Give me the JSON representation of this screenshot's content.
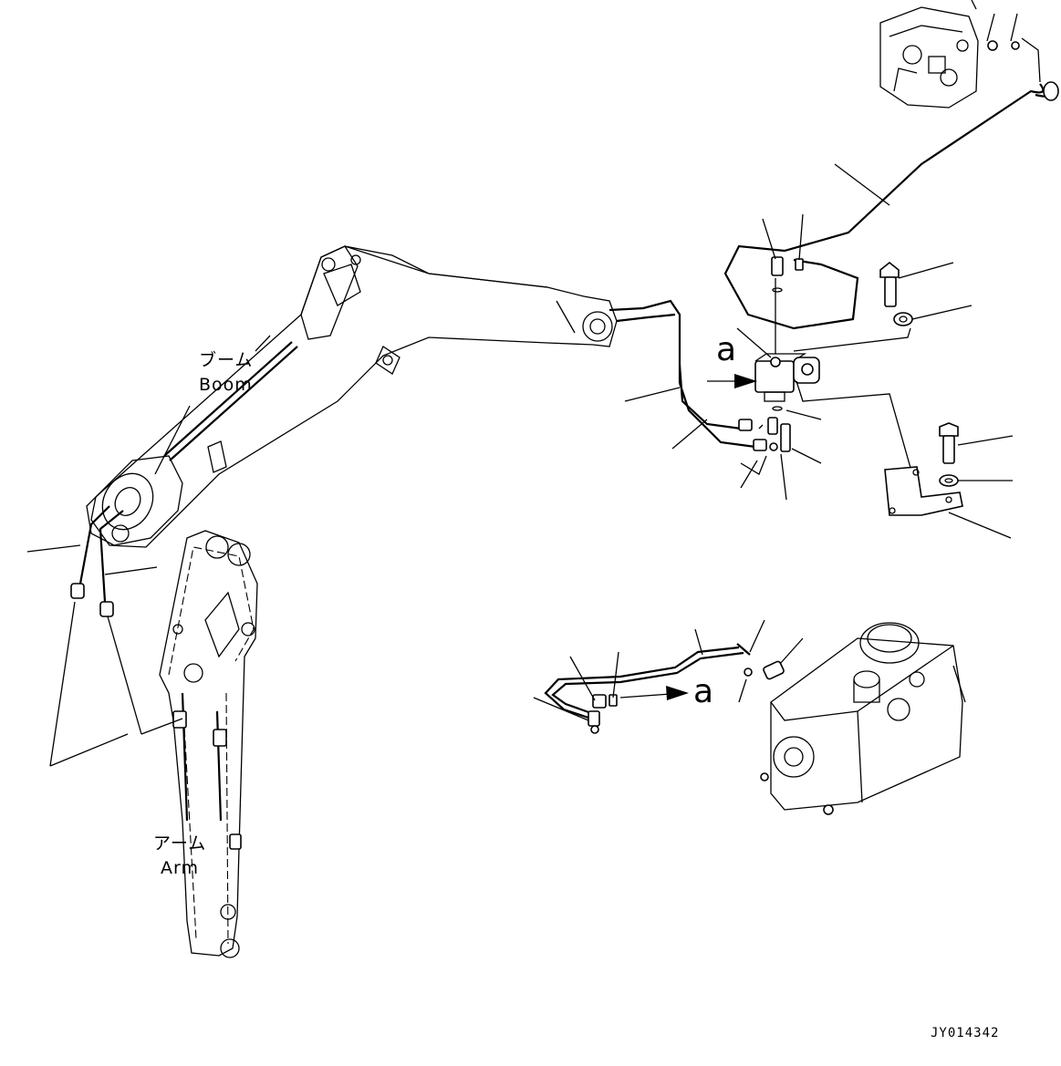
{
  "labels": {
    "boom_jp": "ブーム",
    "boom_en": "Boom",
    "arm_jp": "アーム",
    "arm_en": "Arm",
    "ref_upper": "a",
    "ref_lower": "a",
    "drawing_code": "JY014342"
  },
  "icons": {
    "arrow": "arrow-icon"
  }
}
